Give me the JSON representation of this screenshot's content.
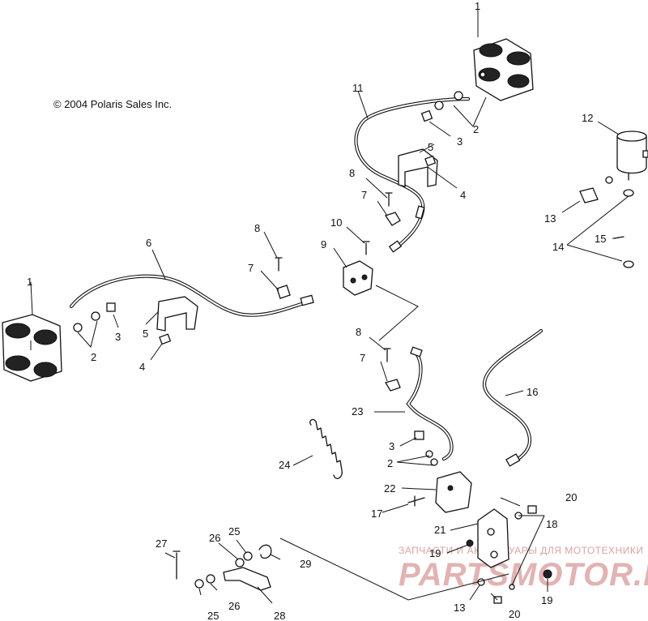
{
  "copyright": "© 2004 Polaris Sales Inc.",
  "watermark": {
    "tagline": "ЗАПЧАСТИ И АКСЕССУАРЫ ДЛЯ МОТОТЕХНИКИ",
    "brand": "PARTSMOTOR.RU"
  },
  "callouts": {
    "c1a": "1",
    "c1b": "1",
    "c2a": "2",
    "c2b": "2",
    "c2c": "2",
    "c3a": "3",
    "c3b": "3",
    "c3c": "3",
    "c4a": "4",
    "c4b": "4",
    "c5a": "5",
    "c5b": "5",
    "c6": "6",
    "c7a": "7",
    "c7b": "7",
    "c7c": "7",
    "c8a": "8",
    "c8b": "8",
    "c8c": "8",
    "c9": "9",
    "c10": "10",
    "c11": "11",
    "c12": "12",
    "c13a": "13",
    "c13b": "13",
    "c14": "14",
    "c15": "15",
    "c16": "16",
    "c17": "17",
    "c18": "18",
    "c19a": "19",
    "c19b": "19",
    "c20a": "20",
    "c20b": "20",
    "c21": "21",
    "c22": "22",
    "c23": "23",
    "c24": "24",
    "c25a": "25",
    "c25b": "25",
    "c26a": "26",
    "c26b": "26",
    "c27": "27",
    "c28": "28",
    "c29": "29"
  }
}
